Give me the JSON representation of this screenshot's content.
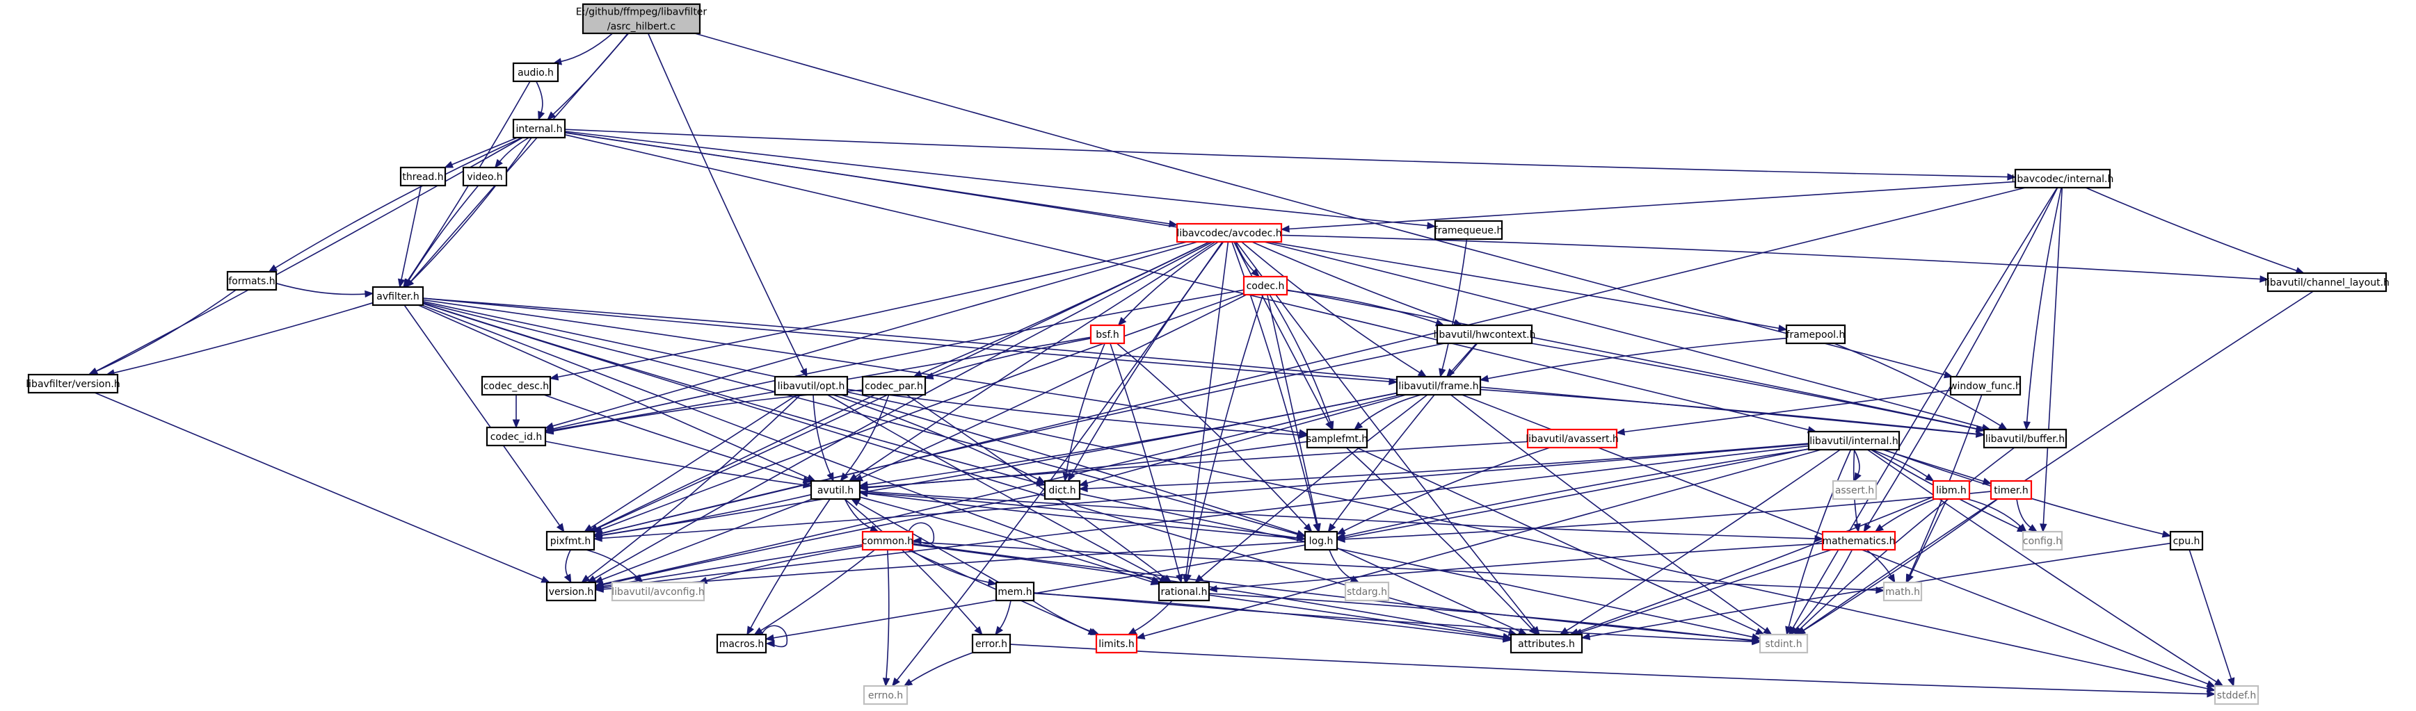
{
  "colors": {
    "edge": "#191970",
    "root_fill": "#bfbfbf",
    "red_border": "#ff0000",
    "node_border": "#000000",
    "plain_border": "#bfbfbf",
    "background": "#ffffff"
  },
  "nodes": [
    {
      "id": "root",
      "label": [
        "E:/github/ffmpeg/libavfilter",
        "/asrc_hilbert.c"
      ],
      "style": "root"
    },
    {
      "id": "audio",
      "label": [
        "audio.h"
      ],
      "style": "normal"
    },
    {
      "id": "internal",
      "label": [
        "internal.h"
      ],
      "style": "normal"
    },
    {
      "id": "thread",
      "label": [
        "thread.h"
      ],
      "style": "normal"
    },
    {
      "id": "video",
      "label": [
        "video.h"
      ],
      "style": "normal"
    },
    {
      "id": "formats",
      "label": [
        "formats.h"
      ],
      "style": "normal"
    },
    {
      "id": "avfilter",
      "label": [
        "avfilter.h"
      ],
      "style": "normal"
    },
    {
      "id": "lavfi_version",
      "label": [
        "libavfilter/version.h"
      ],
      "style": "normal"
    },
    {
      "id": "avcodec",
      "label": [
        "libavcodec/avcodec.h"
      ],
      "style": "red"
    },
    {
      "id": "framequeue",
      "label": [
        "framequeue.h"
      ],
      "style": "normal"
    },
    {
      "id": "lavc_internal",
      "label": [
        "libavcodec/internal.h"
      ],
      "style": "normal"
    },
    {
      "id": "codec",
      "label": [
        "codec.h"
      ],
      "style": "red"
    },
    {
      "id": "bsf",
      "label": [
        "bsf.h"
      ],
      "style": "red"
    },
    {
      "id": "codec_desc",
      "label": [
        "codec_desc.h"
      ],
      "style": "normal"
    },
    {
      "id": "codec_par",
      "label": [
        "codec_par.h"
      ],
      "style": "normal"
    },
    {
      "id": "codec_id",
      "label": [
        "codec_id.h"
      ],
      "style": "normal"
    },
    {
      "id": "opt",
      "label": [
        "libavutil/opt.h"
      ],
      "style": "normal"
    },
    {
      "id": "hwcontext",
      "label": [
        "libavutil/hwcontext.h"
      ],
      "style": "normal"
    },
    {
      "id": "frame",
      "label": [
        "libavutil/frame.h"
      ],
      "style": "normal"
    },
    {
      "id": "framepool",
      "label": [
        "framepool.h"
      ],
      "style": "normal"
    },
    {
      "id": "window_func",
      "label": [
        "window_func.h"
      ],
      "style": "normal"
    },
    {
      "id": "channel_layout",
      "label": [
        "libavutil/channel_layout.h"
      ],
      "style": "normal"
    },
    {
      "id": "buffer",
      "label": [
        "libavutil/buffer.h"
      ],
      "style": "normal"
    },
    {
      "id": "samplefmt",
      "label": [
        "samplefmt.h"
      ],
      "style": "normal"
    },
    {
      "id": "avassert",
      "label": [
        "libavutil/avassert.h"
      ],
      "style": "red"
    },
    {
      "id": "lavu_internal",
      "label": [
        "libavutil/internal.h"
      ],
      "style": "normal"
    },
    {
      "id": "assert",
      "label": [
        "assert.h"
      ],
      "style": "plain"
    },
    {
      "id": "libm",
      "label": [
        "libm.h"
      ],
      "style": "red"
    },
    {
      "id": "timer",
      "label": [
        "timer.h"
      ],
      "style": "red"
    },
    {
      "id": "config",
      "label": [
        "config.h"
      ],
      "style": "plain"
    },
    {
      "id": "cpu",
      "label": [
        "cpu.h"
      ],
      "style": "normal"
    },
    {
      "id": "avutil",
      "label": [
        "avutil.h"
      ],
      "style": "normal"
    },
    {
      "id": "dict",
      "label": [
        "dict.h"
      ],
      "style": "normal"
    },
    {
      "id": "pixfmt",
      "label": [
        "pixfmt.h"
      ],
      "style": "normal"
    },
    {
      "id": "log",
      "label": [
        "log.h"
      ],
      "style": "normal"
    },
    {
      "id": "mathematics",
      "label": [
        "mathematics.h"
      ],
      "style": "red"
    },
    {
      "id": "common",
      "label": [
        "common.h"
      ],
      "style": "red"
    },
    {
      "id": "version",
      "label": [
        "version.h"
      ],
      "style": "normal"
    },
    {
      "id": "avconfig",
      "label": [
        "libavutil/avconfig.h"
      ],
      "style": "plain"
    },
    {
      "id": "rational",
      "label": [
        "rational.h"
      ],
      "style": "normal"
    },
    {
      "id": "stdarg",
      "label": [
        "stdarg.h"
      ],
      "style": "plain"
    },
    {
      "id": "math",
      "label": [
        "math.h"
      ],
      "style": "plain"
    },
    {
      "id": "mem",
      "label": [
        "mem.h"
      ],
      "style": "normal"
    },
    {
      "id": "macros",
      "label": [
        "macros.h"
      ],
      "style": "normal"
    },
    {
      "id": "error",
      "label": [
        "error.h"
      ],
      "style": "normal"
    },
    {
      "id": "limits",
      "label": [
        "limits.h"
      ],
      "style": "red"
    },
    {
      "id": "attributes",
      "label": [
        "attributes.h"
      ],
      "style": "normal"
    },
    {
      "id": "stdint",
      "label": [
        "stdint.h"
      ],
      "style": "plain"
    },
    {
      "id": "errno",
      "label": [
        "errno.h"
      ],
      "style": "plain"
    },
    {
      "id": "stddef",
      "label": [
        "stddef.h"
      ],
      "style": "plain"
    }
  ],
  "edges": [
    [
      "root",
      "audio"
    ],
    [
      "root",
      "internal"
    ],
    [
      "root",
      "avfilter"
    ],
    [
      "root",
      "opt"
    ],
    [
      "root",
      "window_func"
    ],
    [
      "audio",
      "internal"
    ],
    [
      "audio",
      "avfilter"
    ],
    [
      "internal",
      "thread"
    ],
    [
      "internal",
      "video"
    ],
    [
      "internal",
      "formats"
    ],
    [
      "internal",
      "avfilter"
    ],
    [
      "internal",
      "lavfi_version"
    ],
    [
      "internal",
      "avcodec"
    ],
    [
      "internal",
      "framequeue"
    ],
    [
      "internal",
      "lavc_internal"
    ],
    [
      "internal",
      "framepool"
    ],
    [
      "internal",
      "lavu_internal"
    ],
    [
      "thread",
      "avfilter"
    ],
    [
      "video",
      "avfilter"
    ],
    [
      "formats",
      "avfilter"
    ],
    [
      "formats",
      "lavfi_version"
    ],
    [
      "avfilter",
      "lavfi_version"
    ],
    [
      "avfilter",
      "avutil"
    ],
    [
      "avfilter",
      "frame"
    ],
    [
      "avfilter",
      "dict"
    ],
    [
      "avfilter",
      "log"
    ],
    [
      "avfilter",
      "samplefmt"
    ],
    [
      "avfilter",
      "pixfmt"
    ],
    [
      "avfilter",
      "rational"
    ],
    [
      "avfilter",
      "attributes"
    ],
    [
      "avfilter",
      "buffer"
    ],
    [
      "avfilter",
      "stddef"
    ],
    [
      "lavfi_version",
      "version"
    ],
    [
      "avcodec",
      "codec"
    ],
    [
      "avcodec",
      "bsf"
    ],
    [
      "avcodec",
      "codec_desc"
    ],
    [
      "avcodec",
      "codec_par"
    ],
    [
      "avcodec",
      "codec_id"
    ],
    [
      "avcodec",
      "hwcontext"
    ],
    [
      "avcodec",
      "frame"
    ],
    [
      "avcodec",
      "channel_layout"
    ],
    [
      "avcodec",
      "buffer"
    ],
    [
      "avcodec",
      "samplefmt"
    ],
    [
      "avcodec",
      "avutil"
    ],
    [
      "avcodec",
      "dict"
    ],
    [
      "avcodec",
      "log"
    ],
    [
      "avcodec",
      "pixfmt"
    ],
    [
      "avcodec",
      "rational"
    ],
    [
      "avcodec",
      "attributes"
    ],
    [
      "avcodec",
      "version"
    ],
    [
      "avcodec",
      "errno"
    ],
    [
      "framequeue",
      "frame"
    ],
    [
      "lavc_internal",
      "avcodec"
    ],
    [
      "lavc_internal",
      "channel_layout"
    ],
    [
      "lavc_internal",
      "buffer"
    ],
    [
      "lavc_internal",
      "mathematics"
    ],
    [
      "lavc_internal",
      "pixfmt"
    ],
    [
      "lavc_internal",
      "config"
    ],
    [
      "lavc_internal",
      "stdint"
    ],
    [
      "codec",
      "codec_id"
    ],
    [
      "codec",
      "hwcontext"
    ],
    [
      "codec",
      "avutil"
    ],
    [
      "codec",
      "log"
    ],
    [
      "codec",
      "pixfmt"
    ],
    [
      "codec",
      "rational"
    ],
    [
      "codec",
      "samplefmt"
    ],
    [
      "codec",
      "buffer"
    ],
    [
      "bsf",
      "codec_id"
    ],
    [
      "bsf",
      "codec_par"
    ],
    [
      "bsf",
      "dict"
    ],
    [
      "bsf",
      "log"
    ],
    [
      "bsf",
      "rational"
    ],
    [
      "codec_desc",
      "codec_id"
    ],
    [
      "codec_desc",
      "avutil"
    ],
    [
      "codec_par",
      "codec_id"
    ],
    [
      "codec_par",
      "avutil"
    ],
    [
      "codec_par",
      "rational"
    ],
    [
      "codec_par",
      "pixfmt"
    ],
    [
      "codec_id",
      "avutil"
    ],
    [
      "opt",
      "avutil"
    ],
    [
      "opt",
      "dict"
    ],
    [
      "opt",
      "log"
    ],
    [
      "opt",
      "pixfmt"
    ],
    [
      "opt",
      "rational"
    ],
    [
      "opt",
      "samplefmt"
    ],
    [
      "opt",
      "version"
    ],
    [
      "hwcontext",
      "buffer"
    ],
    [
      "hwcontext",
      "frame"
    ],
    [
      "hwcontext",
      "log"
    ],
    [
      "hwcontext",
      "pixfmt"
    ],
    [
      "frame",
      "avutil"
    ],
    [
      "frame",
      "buffer"
    ],
    [
      "frame",
      "dict"
    ],
    [
      "frame",
      "rational"
    ],
    [
      "frame",
      "samplefmt"
    ],
    [
      "frame",
      "pixfmt"
    ],
    [
      "frame",
      "version"
    ],
    [
      "frame",
      "stddef"
    ],
    [
      "frame",
      "stdint"
    ],
    [
      "framepool",
      "frame"
    ],
    [
      "framepool",
      "buffer"
    ],
    [
      "window_func",
      "math"
    ],
    [
      "window_func",
      "avassert"
    ],
    [
      "channel_layout",
      "stdint"
    ],
    [
      "buffer",
      "stdint"
    ],
    [
      "samplefmt",
      "avutil"
    ],
    [
      "samplefmt",
      "attributes"
    ],
    [
      "samplefmt",
      "stdint"
    ],
    [
      "avassert",
      "avutil"
    ],
    [
      "avassert",
      "log"
    ],
    [
      "lavu_internal",
      "assert"
    ],
    [
      "lavu_internal",
      "libm"
    ],
    [
      "lavu_internal",
      "timer"
    ],
    [
      "lavu_internal",
      "config"
    ],
    [
      "lavu_internal",
      "cpu"
    ],
    [
      "lavu_internal",
      "dict"
    ],
    [
      "lavu_internal",
      "pixfmt"
    ],
    [
      "lavu_internal",
      "version"
    ],
    [
      "lavu_internal",
      "mathematics"
    ],
    [
      "lavu_internal",
      "log"
    ],
    [
      "lavu_internal",
      "macros"
    ],
    [
      "lavu_internal",
      "attributes"
    ],
    [
      "lavu_internal",
      "limits"
    ],
    [
      "lavu_internal",
      "stddef"
    ],
    [
      "lavu_internal",
      "stdint"
    ],
    [
      "libm",
      "config"
    ],
    [
      "libm",
      "attributes"
    ],
    [
      "libm",
      "math"
    ],
    [
      "libm",
      "mathematics"
    ],
    [
      "timer",
      "config"
    ],
    [
      "timer",
      "log"
    ],
    [
      "timer",
      "stdint"
    ],
    [
      "cpu",
      "stddef"
    ],
    [
      "cpu",
      "attributes"
    ],
    [
      "avutil",
      "common"
    ],
    [
      "avutil",
      "error"
    ],
    [
      "avutil",
      "rational"
    ],
    [
      "avutil",
      "version"
    ],
    [
      "avutil",
      "macros"
    ],
    [
      "avutil",
      "mathematics"
    ],
    [
      "avutil",
      "log"
    ],
    [
      "avutil",
      "pixfmt"
    ],
    [
      "dict",
      "stdint"
    ],
    [
      "dict",
      "version"
    ],
    [
      "pixfmt",
      "version"
    ],
    [
      "pixfmt",
      "avconfig"
    ],
    [
      "log",
      "avutil"
    ],
    [
      "log",
      "attributes"
    ],
    [
      "log",
      "version"
    ],
    [
      "log",
      "stdarg"
    ],
    [
      "mathematics",
      "stdint"
    ],
    [
      "mathematics",
      "math"
    ],
    [
      "mathematics",
      "attributes"
    ],
    [
      "mathematics",
      "rational"
    ],
    [
      "mathematics",
      "intfloat"
    ],
    [
      "common",
      "common"
    ],
    [
      "common",
      "errno"
    ],
    [
      "common",
      "limits"
    ],
    [
      "common",
      "math"
    ],
    [
      "common",
      "stdint"
    ],
    [
      "common",
      "attributes"
    ],
    [
      "common",
      "macros"
    ],
    [
      "common",
      "version"
    ],
    [
      "common",
      "avconfig"
    ],
    [
      "common",
      "mem"
    ],
    [
      "rational",
      "stdint"
    ],
    [
      "rational",
      "limits"
    ],
    [
      "rational",
      "attributes"
    ],
    [
      "mem",
      "limits"
    ],
    [
      "mem",
      "stdint"
    ],
    [
      "mem",
      "attributes"
    ],
    [
      "mem",
      "error"
    ],
    [
      "mem",
      "avutil"
    ],
    [
      "error",
      "errno"
    ],
    [
      "error",
      "stddef"
    ],
    [
      "macros",
      "macros"
    ]
  ]
}
